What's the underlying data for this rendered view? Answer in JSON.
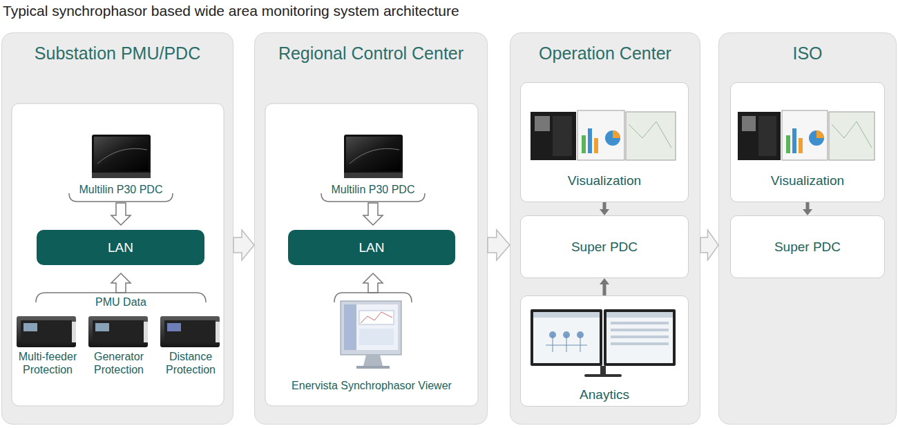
{
  "diagram": {
    "title": "Typical synchrophasor based wide area monitoring system architecture",
    "nodes": [
      {
        "text": [
          "Substation PMU/PDC"
        ]
      },
      {
        "text": [
          "LAN"
        ],
        "in": 0
      },
      {
        "text": [
          "Regional Control Center"
        ]
      },
      {
        "text": [
          "LAN"
        ],
        "in": 2
      },
      {
        "text": [
          "Operation Center"
        ]
      },
      {
        "text": [
          "Visualization"
        ],
        "in": 4
      },
      {
        "text": [
          "Super PDC"
        ],
        "in": 4
      },
      {
        "text": [
          "Anaytics"
        ],
        "in": 4
      },
      {
        "text": [
          "ISO"
        ]
      },
      {
        "text": [
          "Visualization"
        ],
        "in": 8
      },
      {
        "text": [
          "Super PDC"
        ],
        "in": 8
      }
    ],
    "edges": [
      {
        "from": 0,
        "to": 2,
        "arrow": "to"
      },
      {
        "from": 2,
        "to": 4,
        "arrow": "to"
      },
      {
        "from": 4,
        "to": 8,
        "arrow": "to"
      },
      {
        "from": 5,
        "to": 6,
        "arrow": "to"
      },
      {
        "from": 7,
        "to": 6,
        "arrow": "to"
      },
      {
        "from": 9,
        "to": 10,
        "arrow": "to"
      }
    ],
    "labels": [
      "Multilin P30 PDC",
      "PMU Data",
      "Multi-feeder Protection",
      "Generator Protection",
      "Distance Protection",
      "Multilin P30 PDC",
      "Enervista Synchrophasor Viewer"
    ]
  }
}
